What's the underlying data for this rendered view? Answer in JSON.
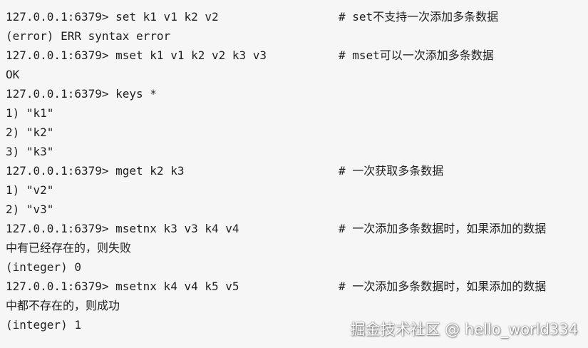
{
  "terminal": {
    "lines": [
      {
        "text": "127.0.0.1:6379> set k1 v1 k2 v2",
        "comment": "# set不支持一次添加多条数据"
      },
      {
        "text": "(error) ERR syntax error",
        "comment": ""
      },
      {
        "text": "127.0.0.1:6379> mset k1 v1 k2 v2 k3 v3",
        "comment": "# mset可以一次添加多条数据"
      },
      {
        "text": "OK",
        "comment": ""
      },
      {
        "text": "127.0.0.1:6379> keys *",
        "comment": ""
      },
      {
        "text": "1) \"k1\"",
        "comment": ""
      },
      {
        "text": "2) \"k2\"",
        "comment": ""
      },
      {
        "text": "3) \"k3\"",
        "comment": ""
      },
      {
        "text": "127.0.0.1:6379> mget k2 k3",
        "comment": "# 一次获取多条数据"
      },
      {
        "text": "1) \"v2\"",
        "comment": ""
      },
      {
        "text": "2) \"v3\"",
        "comment": ""
      },
      {
        "text": "127.0.0.1:6379> msetnx k3 v3 k4 v4",
        "comment": "# 一次添加多条数据时，如果添加的数据"
      },
      {
        "text": "中有已经存在的，则失败",
        "comment": ""
      },
      {
        "text": "(integer) 0",
        "comment": ""
      },
      {
        "text": "127.0.0.1:6379> msetnx k4 v4 k5 v5",
        "comment": "# 一次添加多条数据时，如果添加的数据"
      },
      {
        "text": "中都不存在的，则成功",
        "comment": ""
      },
      {
        "text": "(integer) 1",
        "comment": ""
      }
    ]
  },
  "watermark": {
    "text": "掘金技术社区 @ hello_world334"
  }
}
